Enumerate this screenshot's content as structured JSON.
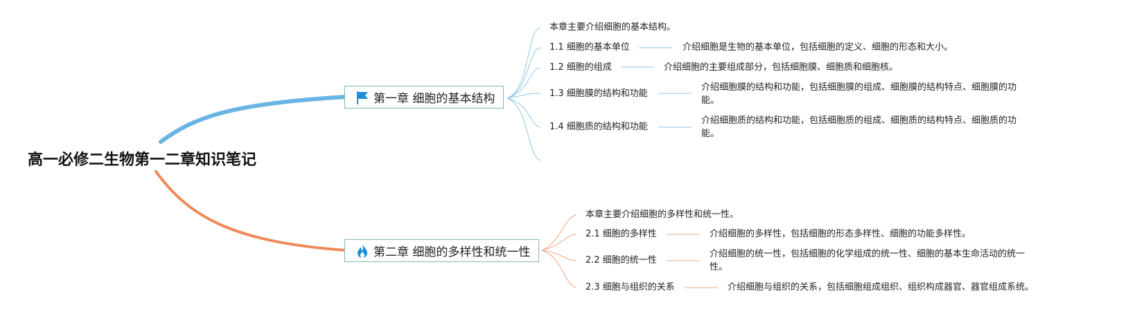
{
  "root": {
    "title": "高一必修二生物第一二章知识笔记"
  },
  "colors": {
    "branch1": "#6ab4e4",
    "branch2": "#ef8a5a",
    "chapter_border": "#7fb9b0",
    "flag": "#1e8fd8",
    "flame": "#1e8fd8"
  },
  "chapters": [
    {
      "title": "第一章 细胞的基本结构",
      "icon": "flag-icon",
      "summary": "本章主要介绍细胞的基本结构。",
      "topics": [
        {
          "title": "1.1 细胞的基本单位",
          "desc": "介绍细胞是生物的基本单位，包括细胞的定义、细胞的形态和大小。"
        },
        {
          "title": "1.2 细胞的组成",
          "desc": "介绍细胞的主要组成部分，包括细胞膜、细胞质和细胞核。"
        },
        {
          "title": "1.3 细胞膜的结构和功能",
          "desc": "介绍细胞膜的结构和功能，包括细胞膜的组成、细胞膜的结构特点、细胞膜的功能。"
        },
        {
          "title": "1.4 细胞质的结构和功能",
          "desc": "介绍细胞质的结构和功能，包括细胞质的组成、细胞质的结构特点、细胞质的功能。"
        }
      ]
    },
    {
      "title": "第二章 细胞的多样性和统一性",
      "icon": "flame-icon",
      "summary": "本章主要介绍细胞的多样性和统一性。",
      "topics": [
        {
          "title": "2.1 细胞的多样性",
          "desc": "介绍细胞的多样性，包括细胞的形态多样性、细胞的功能多样性。"
        },
        {
          "title": "2.2 细胞的统一性",
          "desc": "介绍细胞的统一性，包括细胞的化学组成的统一性、细胞的基本生命活动的统一性。"
        },
        {
          "title": "2.3 细胞与组织的关系",
          "desc": "介绍细胞与组织的关系，包括细胞组成组织、组织构成器官、器官组成系统。"
        }
      ]
    }
  ]
}
